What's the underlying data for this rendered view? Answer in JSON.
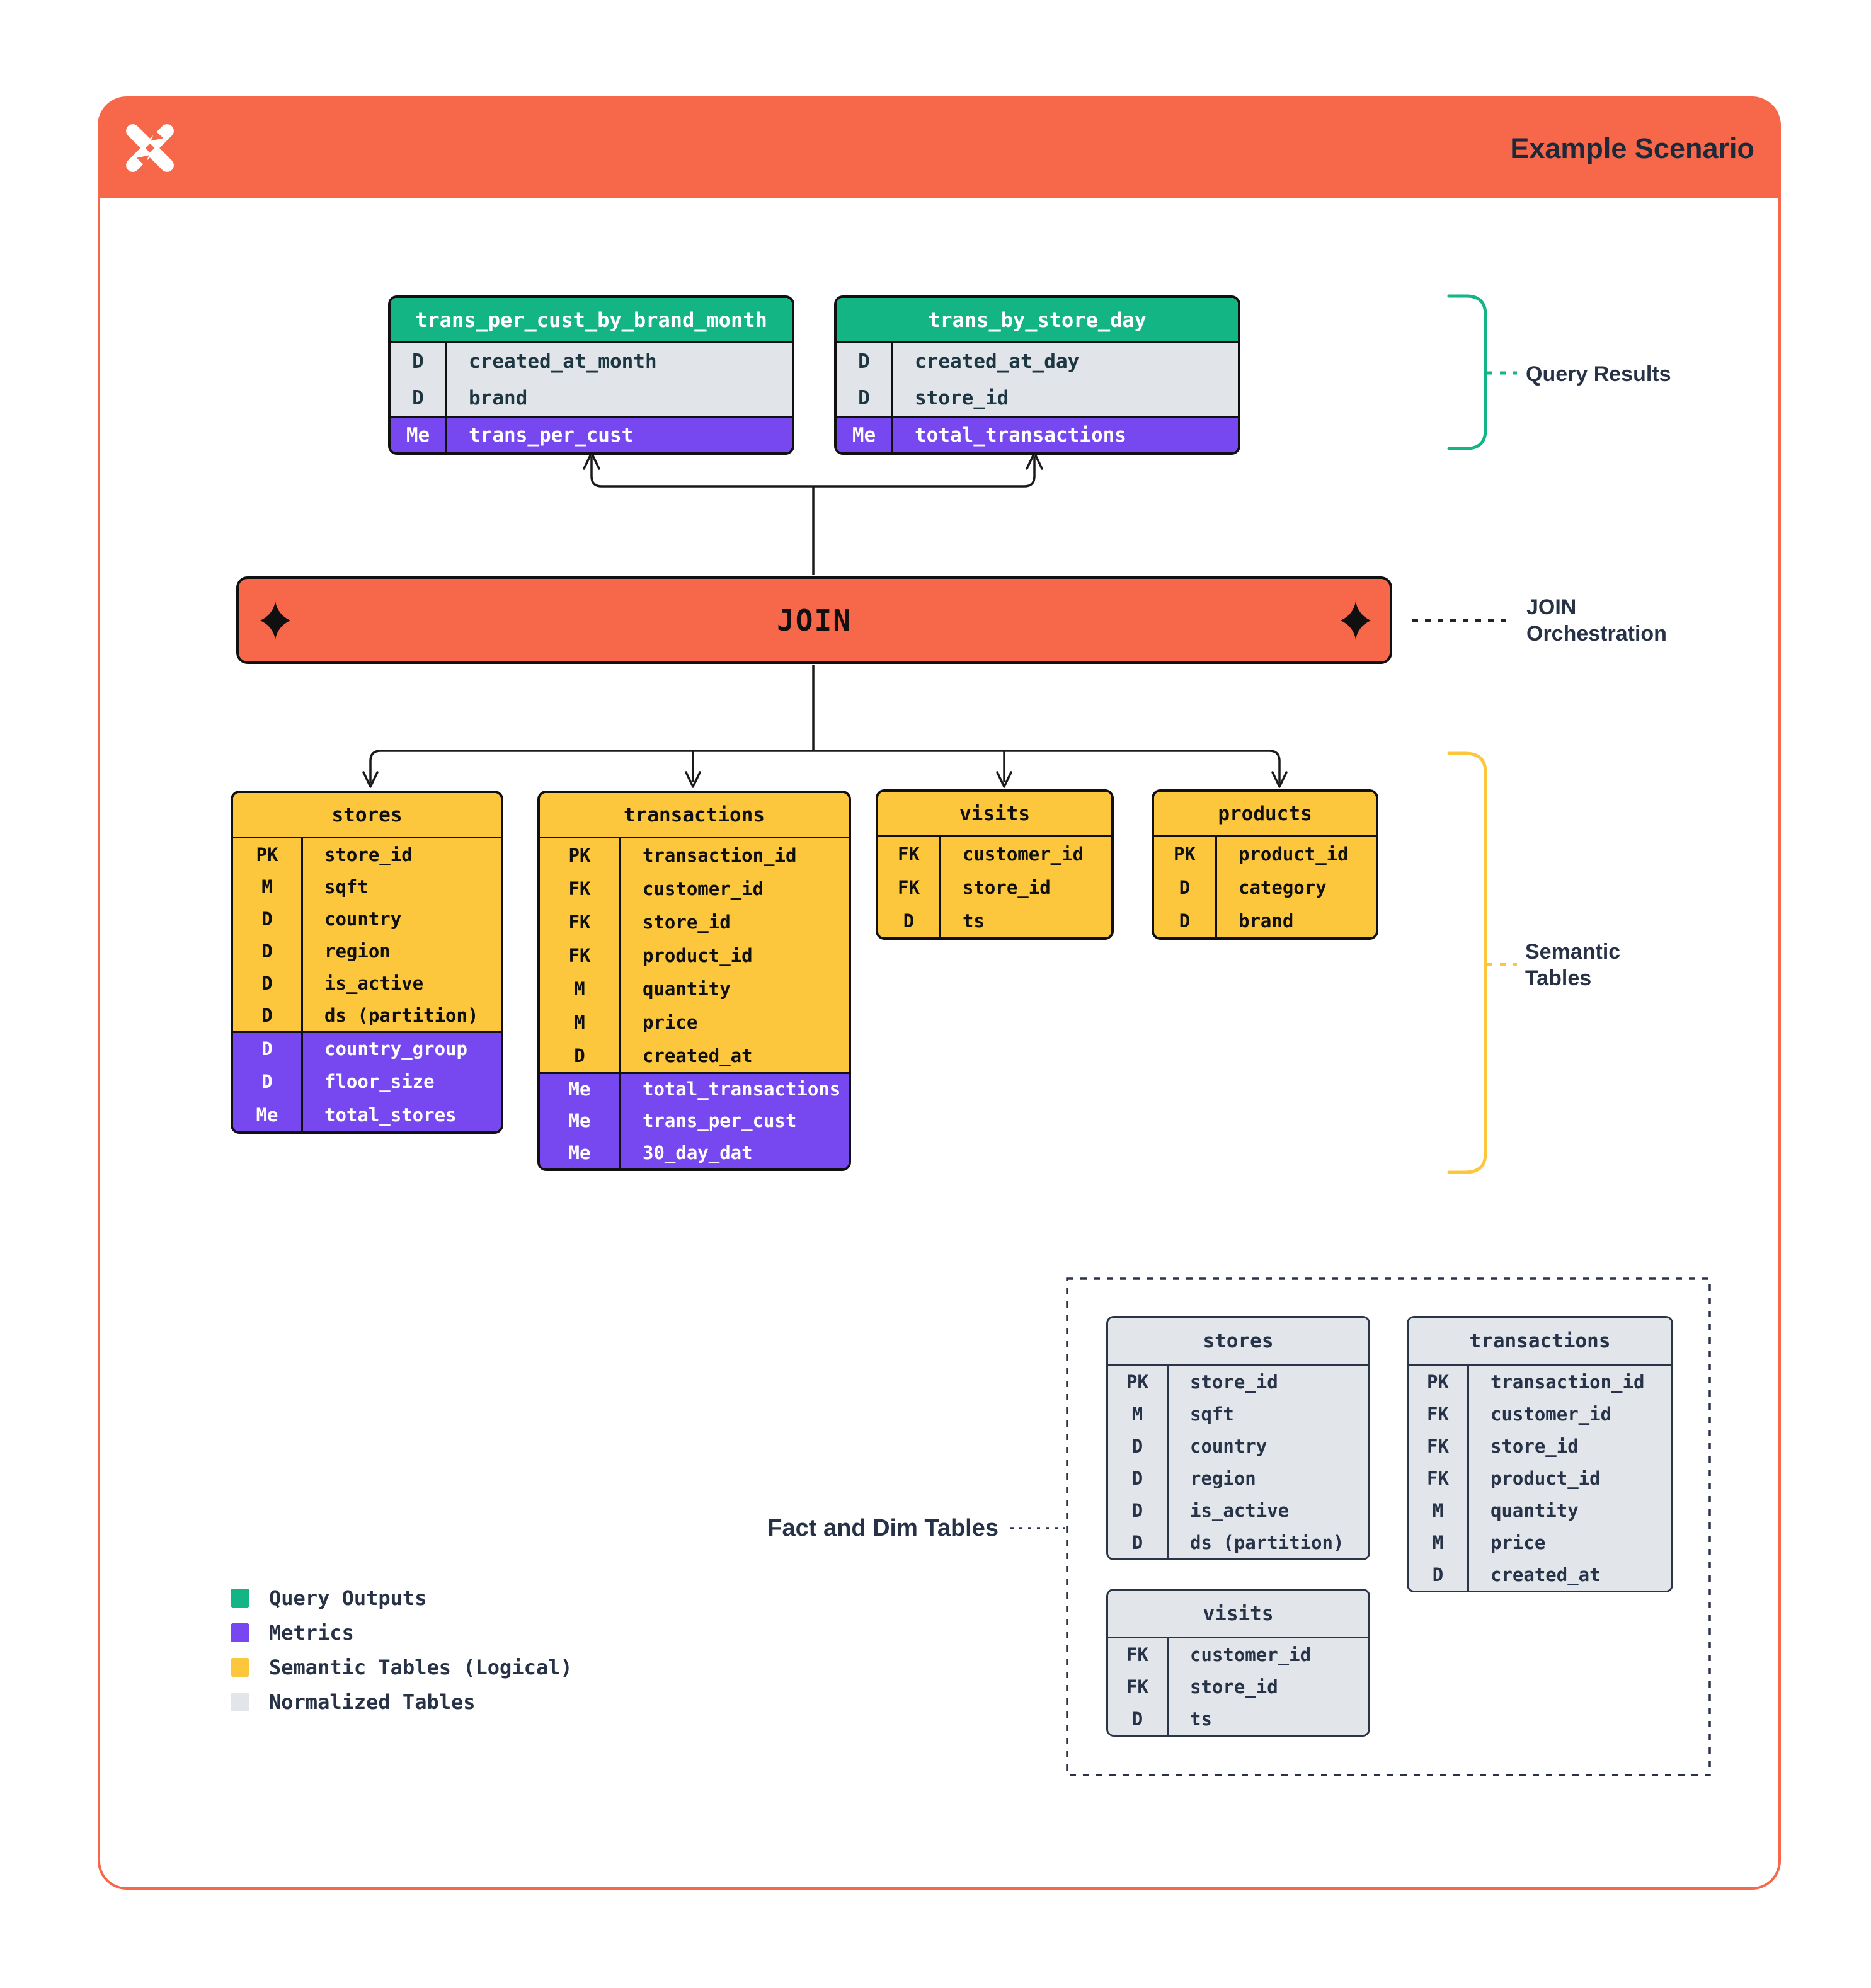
{
  "header": {
    "title": "Example Scenario"
  },
  "join": {
    "label": "JOIN"
  },
  "annotations": {
    "query_results": "Query Results",
    "join_orchestration": [
      "JOIN",
      "Orchestration"
    ],
    "semantic_tables": [
      "Semantic",
      "Tables"
    ],
    "fact_and_dim": "Fact and Dim Tables"
  },
  "colors": {
    "orange": "#F7674A",
    "green": "#13B585",
    "purple": "#7747F0",
    "yellow": "#FCC63D",
    "gray": "#E2E5E9",
    "navy": "#273247"
  },
  "query_results": [
    {
      "title": "trans_per_cust_by_brand_month",
      "rows": [
        {
          "key": "D",
          "name": "created_at_month",
          "zone": "dim"
        },
        {
          "key": "D",
          "name": "brand",
          "zone": "dim"
        },
        {
          "key": "Me",
          "name": "trans_per_cust",
          "zone": "metric"
        }
      ]
    },
    {
      "title": "trans_by_store_day",
      "rows": [
        {
          "key": "D",
          "name": "created_at_day",
          "zone": "dim"
        },
        {
          "key": "D",
          "name": "store_id",
          "zone": "dim"
        },
        {
          "key": "Me",
          "name": "total_transactions",
          "zone": "metric"
        }
      ]
    }
  ],
  "semantic_tables": [
    {
      "title": "stores",
      "rows": [
        {
          "key": "PK",
          "name": "store_id",
          "zone": "dim"
        },
        {
          "key": "M",
          "name": "sqft",
          "zone": "dim"
        },
        {
          "key": "D",
          "name": "country",
          "zone": "dim"
        },
        {
          "key": "D",
          "name": "region",
          "zone": "dim"
        },
        {
          "key": "D",
          "name": "is_active",
          "zone": "dim"
        },
        {
          "key": "D",
          "name": "ds (partition)",
          "zone": "dim"
        },
        {
          "key": "D",
          "name": "country_group",
          "zone": "metric"
        },
        {
          "key": "D",
          "name": "floor_size",
          "zone": "metric"
        },
        {
          "key": "Me",
          "name": "total_stores",
          "zone": "metric"
        }
      ]
    },
    {
      "title": "transactions",
      "rows": [
        {
          "key": "PK",
          "name": "transaction_id",
          "zone": "dim"
        },
        {
          "key": "FK",
          "name": "customer_id",
          "zone": "dim"
        },
        {
          "key": "FK",
          "name": "store_id",
          "zone": "dim"
        },
        {
          "key": "FK",
          "name": "product_id",
          "zone": "dim"
        },
        {
          "key": "M",
          "name": "quantity",
          "zone": "dim"
        },
        {
          "key": "M",
          "name": "price",
          "zone": "dim"
        },
        {
          "key": "D",
          "name": "created_at",
          "zone": "dim"
        },
        {
          "key": "Me",
          "name": "total_transactions",
          "zone": "metric"
        },
        {
          "key": "Me",
          "name": "trans_per_cust",
          "zone": "metric"
        },
        {
          "key": "Me",
          "name": "30_day_dat",
          "zone": "metric"
        }
      ]
    },
    {
      "title": "visits",
      "rows": [
        {
          "key": "FK",
          "name": "customer_id",
          "zone": "dim"
        },
        {
          "key": "FK",
          "name": "store_id",
          "zone": "dim"
        },
        {
          "key": "D",
          "name": "ts",
          "zone": "dim"
        }
      ]
    },
    {
      "title": "products",
      "rows": [
        {
          "key": "PK",
          "name": "product_id",
          "zone": "dim"
        },
        {
          "key": "D",
          "name": "category",
          "zone": "dim"
        },
        {
          "key": "D",
          "name": "brand",
          "zone": "dim"
        }
      ]
    }
  ],
  "normalized_tables": [
    {
      "title": "stores",
      "rows": [
        {
          "key": "PK",
          "name": "store_id",
          "zone": "dim"
        },
        {
          "key": "M",
          "name": "sqft",
          "zone": "dim"
        },
        {
          "key": "D",
          "name": "country",
          "zone": "dim"
        },
        {
          "key": "D",
          "name": "region",
          "zone": "dim"
        },
        {
          "key": "D",
          "name": "is_active",
          "zone": "dim"
        },
        {
          "key": "D",
          "name": "ds (partition)",
          "zone": "dim"
        }
      ]
    },
    {
      "title": "transactions",
      "rows": [
        {
          "key": "PK",
          "name": "transaction_id",
          "zone": "dim"
        },
        {
          "key": "FK",
          "name": "customer_id",
          "zone": "dim"
        },
        {
          "key": "FK",
          "name": "store_id",
          "zone": "dim"
        },
        {
          "key": "FK",
          "name": "product_id",
          "zone": "dim"
        },
        {
          "key": "M",
          "name": "quantity",
          "zone": "dim"
        },
        {
          "key": "M",
          "name": "price",
          "zone": "dim"
        },
        {
          "key": "D",
          "name": "created_at",
          "zone": "dim"
        }
      ]
    },
    {
      "title": "visits",
      "rows": [
        {
          "key": "FK",
          "name": "customer_id",
          "zone": "dim"
        },
        {
          "key": "FK",
          "name": "store_id",
          "zone": "dim"
        },
        {
          "key": "D",
          "name": "ts",
          "zone": "dim"
        }
      ]
    }
  ],
  "legend": {
    "items": [
      {
        "label": "Query Outputs",
        "color": "#13B585"
      },
      {
        "label": "Metrics",
        "color": "#7747F0"
      },
      {
        "label": "Semantic Tables (Logical)",
        "color": "#FCC63D"
      },
      {
        "label": "Normalized Tables",
        "color": "#E2E5E9"
      }
    ]
  }
}
